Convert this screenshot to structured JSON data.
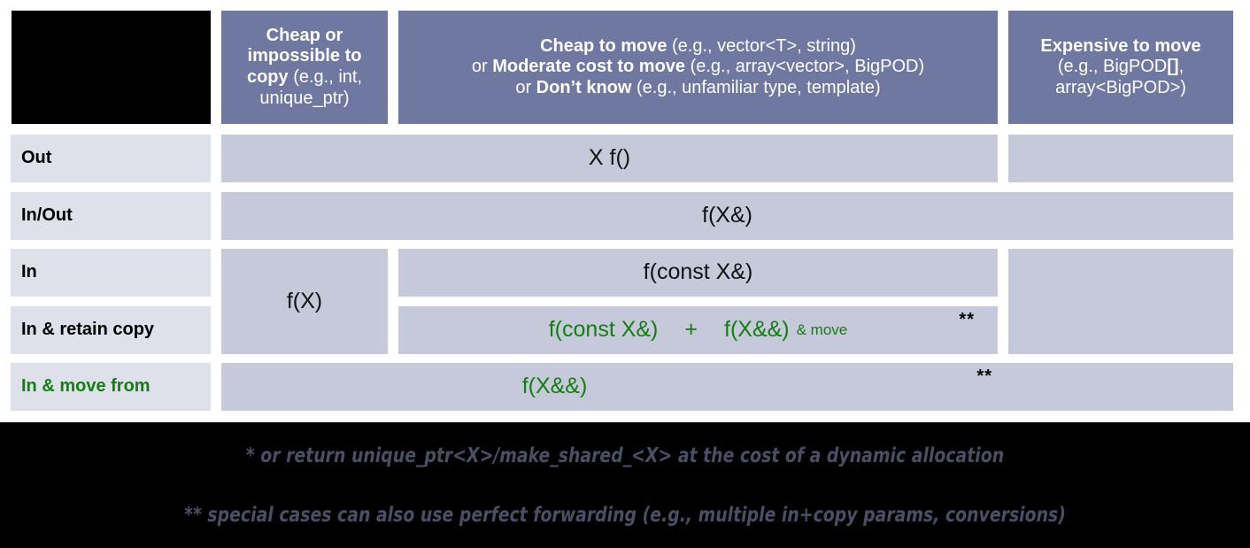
{
  "table": {
    "corner": "",
    "columns": [
      {
        "id": "col-cheap-copy",
        "title_bold": "Cheap or impossible to copy",
        "title_rest": " (e.g., int, unique_ptr)",
        "lines": [
          {
            "bold": "Cheap or",
            "rest": ""
          },
          {
            "bold": "impossible to",
            "rest": ""
          },
          {
            "bold": "copy",
            "rest": " (e.g., int,"
          },
          {
            "bold": "",
            "rest": "unique_ptr)"
          }
        ]
      },
      {
        "id": "col-cheap-move",
        "title_bold": "Cheap to move",
        "title_rest": " (e.g., vector<T>, string) or Moderate cost to move (e.g., array<vector>, BigPOD) or Don't know (e.g., unfamiliar type, template)",
        "lines": [
          {
            "pre": "",
            "bold": "Cheap to move",
            "rest": " (e.g., vector<T>, string)"
          },
          {
            "pre": "or ",
            "bold": "Moderate cost to move",
            "rest": " (e.g., array<vector>, BigPOD)"
          },
          {
            "pre": "or ",
            "bold": "Don’t know",
            "rest": " (e.g., unfamiliar type, template)"
          }
        ]
      },
      {
        "id": "col-expensive-move",
        "title_bold": "Expensive to move",
        "title_rest": " (e.g., BigPOD[], array<BigPOD>)",
        "lines": [
          {
            "bold": "Expensive to move",
            "rest": ""
          },
          {
            "bold": "",
            "rest": "(e.g., BigPOD"
          },
          {
            "bold": "[],",
            "rest": ""
          },
          {
            "bold": "",
            "rest": "array<BigPOD>)"
          }
        ]
      }
    ],
    "rows": [
      {
        "id": "row-out",
        "label": "Out",
        "green": false
      },
      {
        "id": "row-in-out",
        "label": "In/Out",
        "green": false
      },
      {
        "id": "row-in",
        "label": "In",
        "green": false
      },
      {
        "id": "row-in-retain-copy",
        "label": "In & retain copy",
        "green": false
      },
      {
        "id": "row-in-move-from",
        "label": "In & move from",
        "green": true
      }
    ],
    "cells": {
      "out_signature": "X f()",
      "in_out_signature": "f(X&)",
      "in_cheap_copy_signature": "f(X)",
      "in_signature": "f(const X&)",
      "retain_copy_part1": "f(const X&)",
      "retain_copy_plus": "+",
      "retain_copy_part2": "f(X&&)",
      "retain_copy_note": "& move",
      "retain_copy_star": "**",
      "move_from_signature": "f(X&&)",
      "move_from_star": "**"
    }
  },
  "footnotes": {
    "one": "* or return unique_ptr<X>/make_shared_<X> at the cost of a dynamic allocation",
    "two": "** special cases can also use perfect forwarding (e.g., multiple in+copy params, conversions)"
  },
  "colors": {
    "header_bg": "#6e78a0",
    "row_label_bg": "#dee1ea",
    "data_bg": "#c5c9da",
    "green": "#118011",
    "footnote_text": "#4a4f63",
    "page_bg": "#000000",
    "table_bg": "#ffffff"
  }
}
